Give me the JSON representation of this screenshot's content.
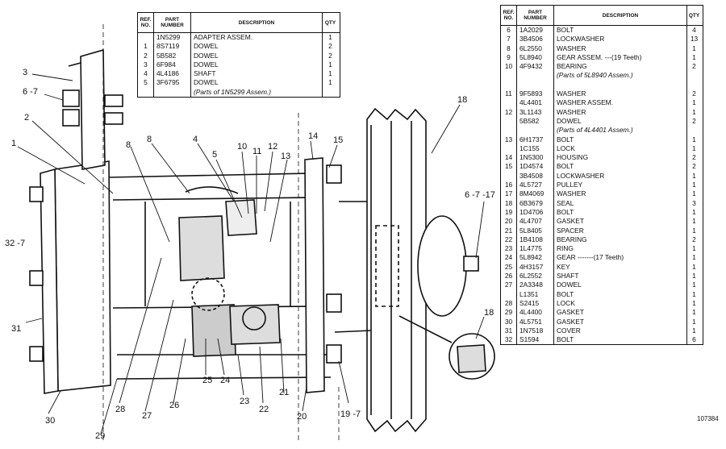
{
  "table_headers": {
    "ref": "REF. NO.",
    "part": "PART NUMBER",
    "desc": "DESCRIPTION",
    "qty": "QTY"
  },
  "left_table": [
    {
      "ref": "",
      "part": "1N5299",
      "desc": "ADAPTER ASSEM.",
      "qty": "1"
    },
    {
      "ref": "1",
      "part": "8S7119",
      "desc": "DOWEL",
      "qty": "2"
    },
    {
      "ref": "2",
      "part": "5B582",
      "desc": "DOWEL",
      "qty": "2"
    },
    {
      "ref": "3",
      "part": "6F984",
      "desc": "DOWEL",
      "qty": "1"
    },
    {
      "ref": "4",
      "part": "4L4186",
      "desc": "SHAFT",
      "qty": "1"
    },
    {
      "ref": "5",
      "part": "3F6795",
      "desc": "DOWEL",
      "qty": "1"
    },
    {
      "ref": "",
      "part": "",
      "desc": "(Parts of 1N5299 Assem.)",
      "qty": ""
    }
  ],
  "right_table": [
    {
      "ref": "6",
      "part": "1A2029",
      "desc": "BOLT",
      "qty": "4"
    },
    {
      "ref": "7",
      "part": "3B4506",
      "desc": "LOCKWASHER",
      "qty": "13"
    },
    {
      "ref": "8",
      "part": "6L2550",
      "desc": "WASHER",
      "qty": "1"
    },
    {
      "ref": "9",
      "part": "5L8940",
      "desc": "GEAR ASSEM. ---(19 Teeth)",
      "qty": "1"
    },
    {
      "ref": "10",
      "part": "4F9432",
      "desc": "BEARING",
      "qty": "2"
    },
    {
      "ref": "",
      "part": "",
      "desc": "(Parts of 5L8940 Assem.)",
      "qty": ""
    },
    {
      "ref": "",
      "part": "",
      "desc": "",
      "qty": ""
    },
    {
      "ref": "11",
      "part": "9F5893",
      "desc": "WASHER",
      "qty": "2"
    },
    {
      "ref": "",
      "part": "4L4401",
      "desc": "WASHER ASSEM.",
      "qty": "1"
    },
    {
      "ref": "12",
      "part": "3L1143",
      "desc": "WASHER",
      "qty": "1"
    },
    {
      "ref": "",
      "part": "5B582",
      "desc": "DOWEL",
      "qty": "2"
    },
    {
      "ref": "",
      "part": "",
      "desc": "(Parts of 4L4401 Assem.)",
      "qty": ""
    },
    {
      "ref": "13",
      "part": "6H1737",
      "desc": "BOLT",
      "qty": "1"
    },
    {
      "ref": "",
      "part": "1C155",
      "desc": "LOCK",
      "qty": "1"
    },
    {
      "ref": "14",
      "part": "1N5300",
      "desc": "HOUSING",
      "qty": "2"
    },
    {
      "ref": "15",
      "part": "1D4574",
      "desc": "BOLT",
      "qty": "2"
    },
    {
      "ref": "",
      "part": "3B4508",
      "desc": "LOCKWASHER",
      "qty": "1"
    },
    {
      "ref": "16",
      "part": "4L5727",
      "desc": "PULLEY",
      "qty": "1"
    },
    {
      "ref": "17",
      "part": "8M4069",
      "desc": "WASHER",
      "qty": "1"
    },
    {
      "ref": "18",
      "part": "6B3679",
      "desc": "SEAL",
      "qty": "3"
    },
    {
      "ref": "19",
      "part": "1D4706",
      "desc": "BOLT",
      "qty": "1"
    },
    {
      "ref": "20",
      "part": "4L4707",
      "desc": "GASKET",
      "qty": "1"
    },
    {
      "ref": "21",
      "part": "5L8405",
      "desc": "SPACER",
      "qty": "1"
    },
    {
      "ref": "22",
      "part": "1B4108",
      "desc": "BEARING",
      "qty": "2"
    },
    {
      "ref": "23",
      "part": "1L4775",
      "desc": "RING",
      "qty": "1"
    },
    {
      "ref": "24",
      "part": "5L8942",
      "desc": "GEAR -------(17 Teeth)",
      "qty": "1"
    },
    {
      "ref": "25",
      "part": "4H3157",
      "desc": "KEY",
      "qty": "1"
    },
    {
      "ref": "26",
      "part": "6L2552",
      "desc": "SHAFT",
      "qty": "1"
    },
    {
      "ref": "27",
      "part": "2A3348",
      "desc": "DOWEL",
      "qty": "1"
    },
    {
      "ref": "",
      "part": "L1351",
      "desc": "BOLT",
      "qty": "1"
    },
    {
      "ref": "28",
      "part": "S2415",
      "desc": "LOCK",
      "qty": "1"
    },
    {
      "ref": "29",
      "part": "4L4400",
      "desc": "GASKET",
      "qty": "1"
    },
    {
      "ref": "30",
      "part": "4L5751",
      "desc": "GASKET",
      "qty": "1"
    },
    {
      "ref": "31",
      "part": "1N7518",
      "desc": "COVER",
      "qty": "1"
    },
    {
      "ref": "32",
      "part": "S1594",
      "desc": "BOLT",
      "qty": "6"
    }
  ],
  "callouts": {
    "c3": "3",
    "c67a": "6 -7",
    "c2": "2",
    "c1": "1",
    "c8a": "8",
    "c8b": "8",
    "c4": "4",
    "c5": "5",
    "c10": "10",
    "c11": "11",
    "c12": "12",
    "c13": "13",
    "c14": "14",
    "c15": "15",
    "c18a": "18",
    "c6717": "6 -7 -17",
    "c18b": "18",
    "c327": "32 -7",
    "c31": "31",
    "c30": "30",
    "c29": "29",
    "c28": "28",
    "c27": "27",
    "c26": "26",
    "c25": "25",
    "c24": "24",
    "c23": "23",
    "c22": "22",
    "c21": "21",
    "c20": "20",
    "c197": "19 -7"
  },
  "figure_number": "107384"
}
